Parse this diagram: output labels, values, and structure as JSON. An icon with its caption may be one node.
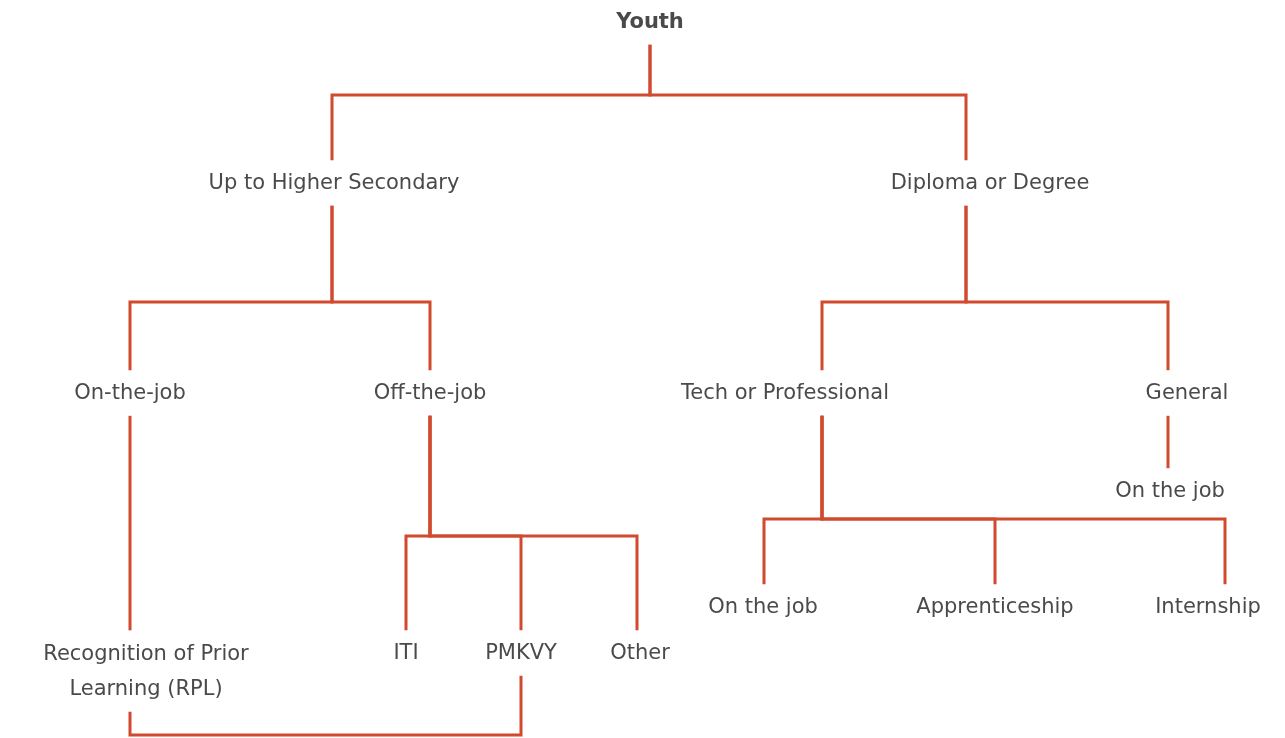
{
  "diagram": {
    "nodes": [
      {
        "text": [
          "Youth"
        ]
      },
      {
        "text": [
          "Up to Higher Secondary"
        ]
      },
      {
        "text": [
          "Diploma or Degree"
        ]
      },
      {
        "text": [
          "On-the-job"
        ]
      },
      {
        "text": [
          "Off-the-job"
        ]
      },
      {
        "text": [
          "Tech or Professional"
        ]
      },
      {
        "text": [
          "General"
        ]
      },
      {
        "text": [
          "On the job"
        ]
      },
      {
        "text": [
          "Recognition of Prior Learning (RPL)"
        ]
      },
      {
        "text": [
          "ITI"
        ]
      },
      {
        "text": [
          "PMKVY"
        ]
      },
      {
        "text": [
          "Other"
        ]
      },
      {
        "text": [
          "On the job"
        ]
      },
      {
        "text": [
          "Apprenticeship"
        ]
      },
      {
        "text": [
          "Internship"
        ]
      }
    ],
    "edges": [
      {
        "from": 0,
        "to": 1,
        "arrow": "none"
      },
      {
        "from": 0,
        "to": 2,
        "arrow": "none"
      },
      {
        "from": 1,
        "to": 3,
        "arrow": "none"
      },
      {
        "from": 1,
        "to": 4,
        "arrow": "none"
      },
      {
        "from": 2,
        "to": 5,
        "arrow": "none"
      },
      {
        "from": 2,
        "to": 6,
        "arrow": "none"
      },
      {
        "from": 3,
        "to": 8,
        "arrow": "none"
      },
      {
        "from": 4,
        "to": 9,
        "arrow": "none"
      },
      {
        "from": 4,
        "to": 10,
        "arrow": "none"
      },
      {
        "from": 4,
        "to": 11,
        "arrow": "none"
      },
      {
        "from": 6,
        "to": 7,
        "arrow": "none"
      },
      {
        "from": 5,
        "to": 12,
        "arrow": "none"
      },
      {
        "from": 5,
        "to": 13,
        "arrow": "none"
      },
      {
        "from": 5,
        "to": 14,
        "arrow": "none"
      },
      {
        "from": 8,
        "to": 10,
        "arrow": "none"
      }
    ]
  }
}
